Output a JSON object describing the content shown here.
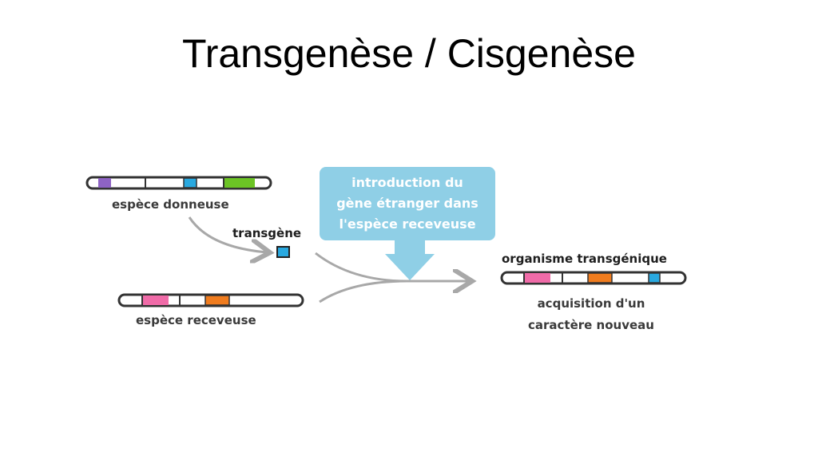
{
  "slide": {
    "title": "Transgenèse / Cisgenèse"
  },
  "diagram": {
    "donor_label": "espèce donneuse",
    "transgene_label": "transgène",
    "recipient_label": "espèce receveuse",
    "callout": {
      "line1": "introduction du",
      "line2": "gène étranger dans",
      "line3": "l'espèce receveuse"
    },
    "result_title": "organisme transgénique",
    "result_desc": {
      "line1": "acquisition d'un",
      "line2": "caractère nouveau"
    }
  },
  "colors": {
    "purple": "#8e63c4",
    "blue": "#29a9e0",
    "green": "#6cc425",
    "pink": "#f06ba8",
    "orange": "#f07c1e",
    "callout": "#8fcfe6",
    "arrow": "#a8a8a8"
  }
}
